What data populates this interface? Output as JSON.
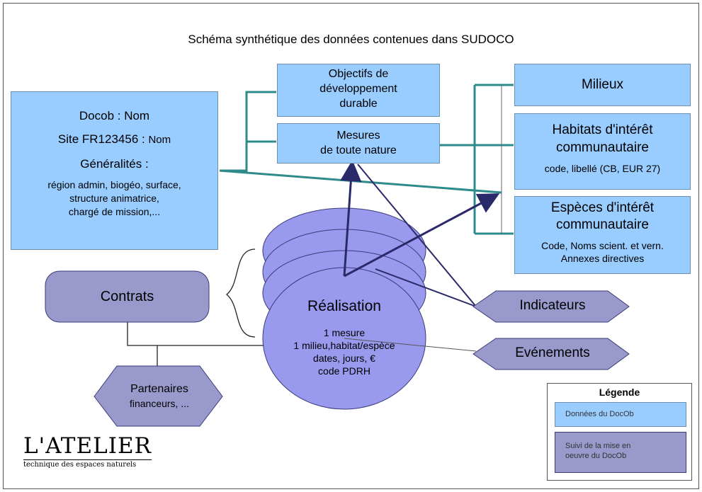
{
  "title": "Schéma synthétique des données contenues dans SUDOCO",
  "docob_box": {
    "line1": "Docob : Nom",
    "line2_a": "Site FR123456 : ",
    "line2_b": "Nom",
    "line3": "Généralités :",
    "details": [
      "région admin, biogéo, surface,",
      "structure animatrice,",
      "chargé de mission,..."
    ]
  },
  "objectifs_box": {
    "lines": [
      "Objectifs de",
      "développement",
      "durable"
    ]
  },
  "mesures_box": {
    "lines": [
      "Mesures",
      "de toute nature"
    ]
  },
  "milieux_box": {
    "label": "Milieux"
  },
  "habitats_box": {
    "lines": [
      "Habitats d'intérêt",
      "communautaire"
    ],
    "detail": "code, libellé (CB, EUR 27)"
  },
  "especes_box": {
    "lines": [
      "Espèces d'intérêt",
      "communautaire"
    ],
    "details": [
      "Code, Noms scient. et vern.",
      "Annexes directives"
    ]
  },
  "contrats_box": {
    "label": "Contrats"
  },
  "realisation": {
    "title": "Réalisation",
    "details": [
      "1 mesure",
      "1 milieu,habitat/espèce",
      "dates, jours, €",
      "code PDRH"
    ]
  },
  "indicateurs": {
    "label": "Indicateurs"
  },
  "evenements": {
    "label": "Evénements"
  },
  "partenaires": {
    "lines": [
      "Partenaires",
      "financeurs, ..."
    ]
  },
  "legend": {
    "title": "Légende",
    "items": [
      {
        "label": "Données du DocOb",
        "color": "#99ccff"
      },
      {
        "label_lines": [
          "Suivi de la mise en",
          "oeuvre du DocOb"
        ],
        "color": "#9999cc"
      }
    ]
  },
  "logo": {
    "main": "L'ATELIER",
    "sub": "technique des espaces naturels"
  },
  "colors": {
    "data_box": "#99ccff",
    "followup": "#9999cc",
    "ellipse": "#9999ee",
    "connector_teal": "#2e8b8b",
    "arrow_navy": "#2a2a6a"
  }
}
